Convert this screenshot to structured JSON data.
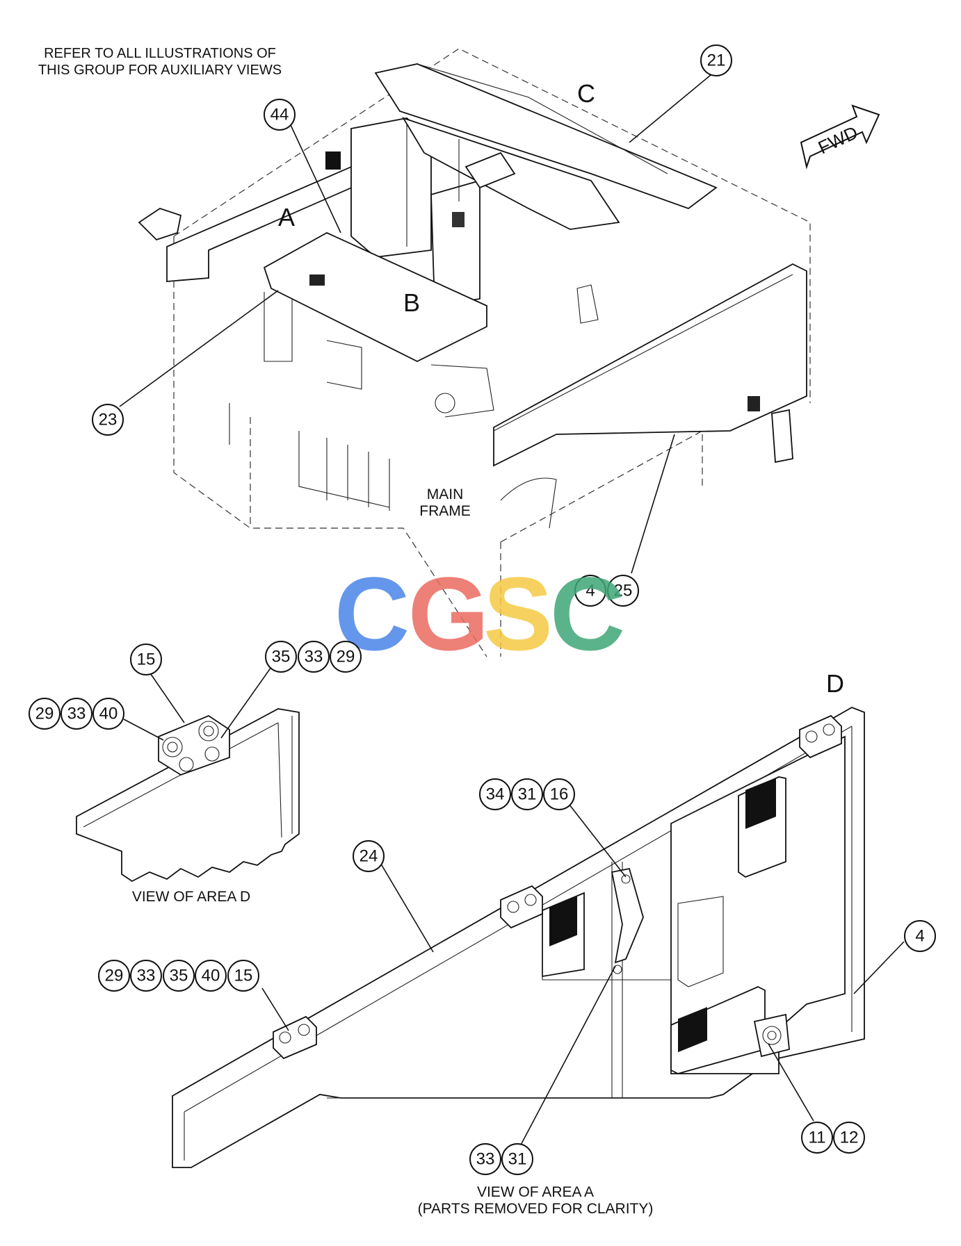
{
  "notes": {
    "refer_line1": "REFER TO ALL ILLUSTRATIONS OF",
    "refer_line2": "THIS GROUP FOR AUXILIARY VIEWS",
    "fwd": "FWD",
    "main_frame_line1": "MAIN",
    "main_frame_line2": "FRAME",
    "view_area_d": "VIEW OF AREA D",
    "view_area_a_line1": "VIEW OF AREA A",
    "view_area_a_line2": "(PARTS REMOVED FOR CLARITY)"
  },
  "area_letters": {
    "a": "A",
    "b": "B",
    "c": "C",
    "d": "D"
  },
  "callouts": {
    "main": {
      "c21": "21",
      "c44": "44",
      "c23": "23",
      "c4": "4",
      "c25": "25"
    },
    "area_d": {
      "c15": "15",
      "c35": "35",
      "c33a": "33",
      "c29a": "29",
      "c29b": "29",
      "c33b": "33",
      "c40": "40"
    },
    "area_a": {
      "c34": "34",
      "c31a": "31",
      "c16": "16",
      "c24": "24",
      "c29": "29",
      "c33a": "33",
      "c35": "35",
      "c40": "40",
      "c15": "15",
      "c4": "4",
      "c33b": "33",
      "c31b": "31",
      "c11": "11",
      "c12": "12"
    }
  },
  "watermark": {
    "letters": [
      "C",
      "G",
      "S",
      "C"
    ],
    "colors": [
      "#4a86e8",
      "#ea6a60",
      "#f6c944",
      "#3fa677"
    ]
  }
}
